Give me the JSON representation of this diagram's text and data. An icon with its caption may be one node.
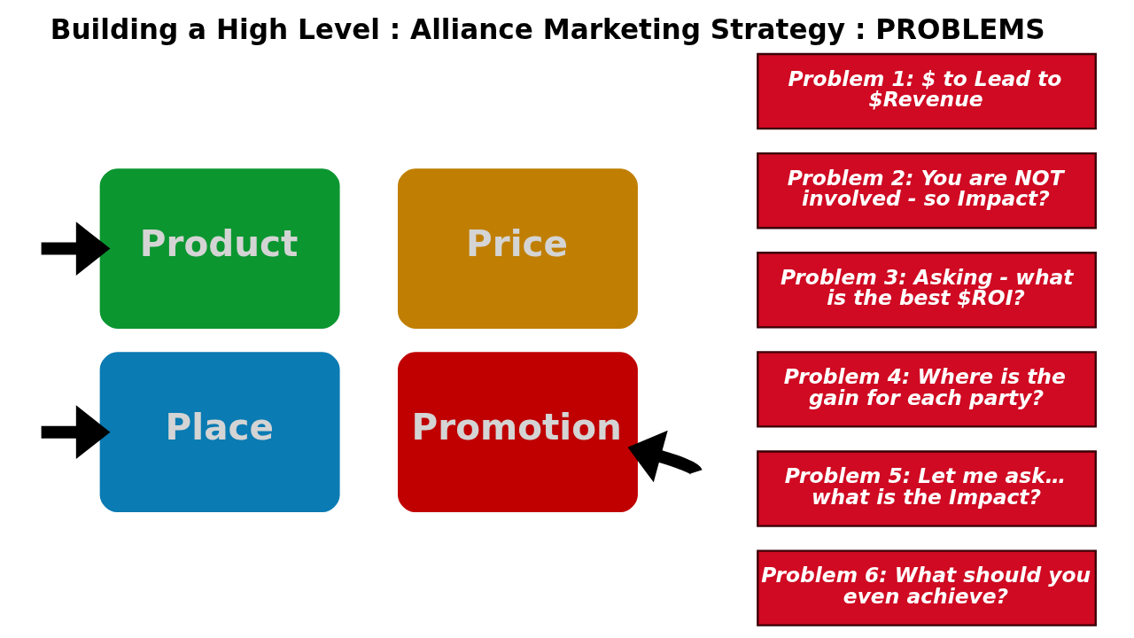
{
  "diagram": {
    "title": "Building a High Level : Alliance Marketing Strategy : PROBLEMS",
    "nodes": [
      {
        "text": [
          "Product"
        ]
      },
      {
        "text": [
          "Price"
        ]
      },
      {
        "text": [
          "Place"
        ]
      },
      {
        "text": [
          "Promotion"
        ]
      },
      {
        "text": [
          "Problem 1: $ to Lead to $Revenue"
        ]
      },
      {
        "text": [
          "Problem 2: You are NOT involved - so Impact?"
        ]
      },
      {
        "text": [
          "Problem 3: Asking - what is the best $ROI?"
        ]
      },
      {
        "text": [
          "Problem 4: Where is the gain for each party?"
        ]
      },
      {
        "text": [
          "Problem 5: Let me ask… what is the Impact?"
        ]
      },
      {
        "text": [
          "Problem 6: What should you even achieve?"
        ]
      }
    ],
    "edges": [
      {
        "from": null,
        "to": 0,
        "arrow": "to"
      },
      {
        "from": null,
        "to": 2,
        "arrow": "to"
      },
      {
        "from": null,
        "to": 3,
        "arrow": "to"
      }
    ]
  }
}
